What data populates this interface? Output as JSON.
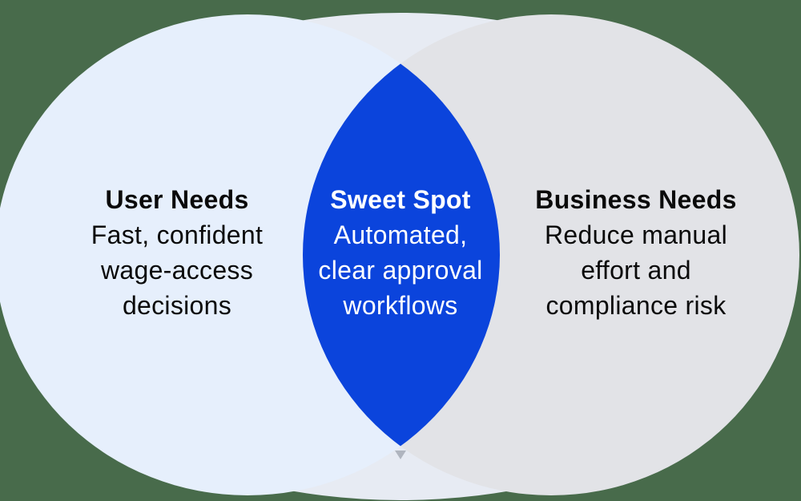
{
  "diagram": {
    "type": "venn",
    "colors": {
      "background": "#486b4b",
      "halo": "#e7ebf3",
      "left_circle": "#e6effc",
      "right_circle": "#e2e3e7",
      "overlap": "#0b44dc",
      "text_dark": "#0a0a0a",
      "text_light": "#ffffff",
      "tip_mark": "#b0b5bf"
    },
    "left": {
      "title": "User Needs",
      "lines": [
        "Fast, confident",
        "wage-access",
        "decisions"
      ]
    },
    "center": {
      "title": "Sweet Spot",
      "lines": [
        "Automated,",
        "clear approval",
        "workflows"
      ]
    },
    "right": {
      "title": "Business Needs",
      "lines": [
        "Reduce manual",
        "effort and",
        "compliance risk"
      ]
    }
  }
}
